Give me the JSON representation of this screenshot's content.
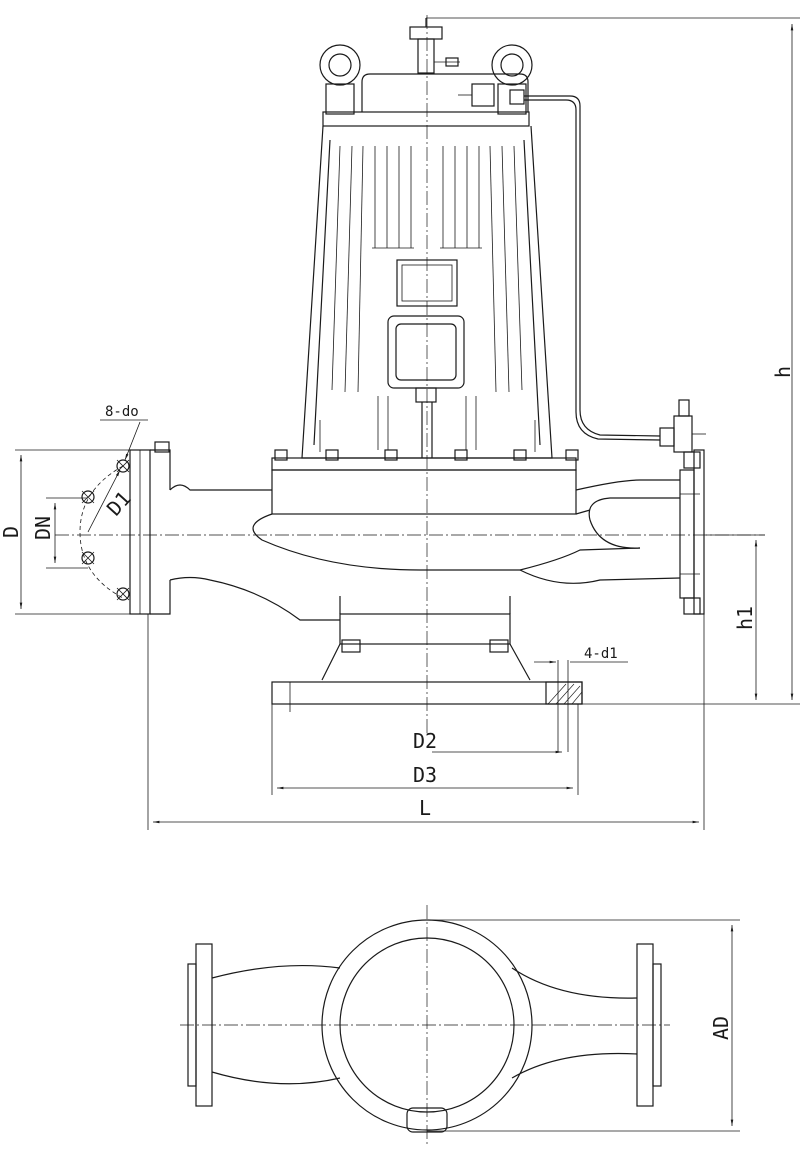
{
  "dimensions": {
    "h": "h",
    "h1": "h1",
    "D": "D",
    "DN": "DN",
    "D1": "D1",
    "D2": "D2",
    "D3": "D3",
    "L": "L",
    "AD": "AD",
    "bolt_holes": "8-do",
    "anchor_holes": "4-d1"
  }
}
